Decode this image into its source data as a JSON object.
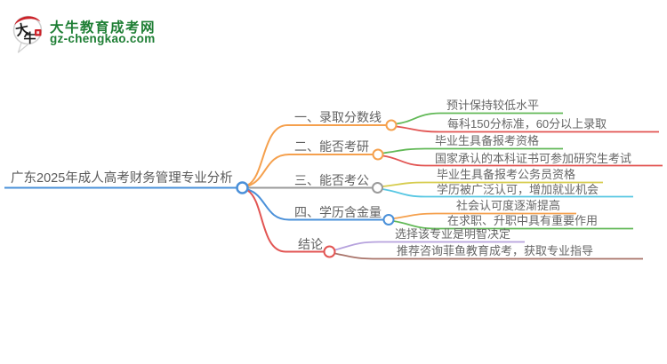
{
  "logo": {
    "title": "大牛教育成考网",
    "subtitle": "gz-chengkao.com",
    "icon_chars_top": "大",
    "icon_chars_bottom": "牛",
    "brand_color": "#1e7e34",
    "seal_color": "#cc2229"
  },
  "center": {
    "label": "广东2025年成人高考财务管理专业分析",
    "color": "#4a90d9"
  },
  "branches": [
    {
      "label": "一、录取分数线",
      "color": "#f5a04d",
      "children": [
        {
          "label": "预计保持较低水平",
          "color": "#62b957"
        },
        {
          "label": "每科150分标准，60分以上录取",
          "color": "#e25553"
        }
      ]
    },
    {
      "label": "二、能否考研",
      "color": "#f5a04d",
      "children": [
        {
          "label": "毕业生具备报考资格",
          "color": "#62b957"
        },
        {
          "label": "国家承认的本科证书可参加研究生考试",
          "color": "#e25553"
        }
      ]
    },
    {
      "label": "三、能否考公",
      "color": "#9a9a9a",
      "children": [
        {
          "label": "毕业生具备报考公务员资格",
          "color": "#d6cc4e"
        },
        {
          "label": "学历被广泛认可，增加就业机会",
          "color": "#57c7e3"
        }
      ]
    },
    {
      "label": "四、学历含金量",
      "color": "#4a90d9",
      "children": [
        {
          "label": "社会认可度逐渐提高",
          "color": "#f5a04d"
        },
        {
          "label": "在求职、升职中具有重要作用",
          "color": "#62b957"
        }
      ]
    },
    {
      "label": "结论",
      "color": "#e25553",
      "children": [
        {
          "label": "选择该专业是明智决定",
          "color": "#b6a2dd"
        },
        {
          "label": "推荐咨询菲鱼教育成考，获取专业指导",
          "color": "#a9746a"
        }
      ]
    }
  ]
}
